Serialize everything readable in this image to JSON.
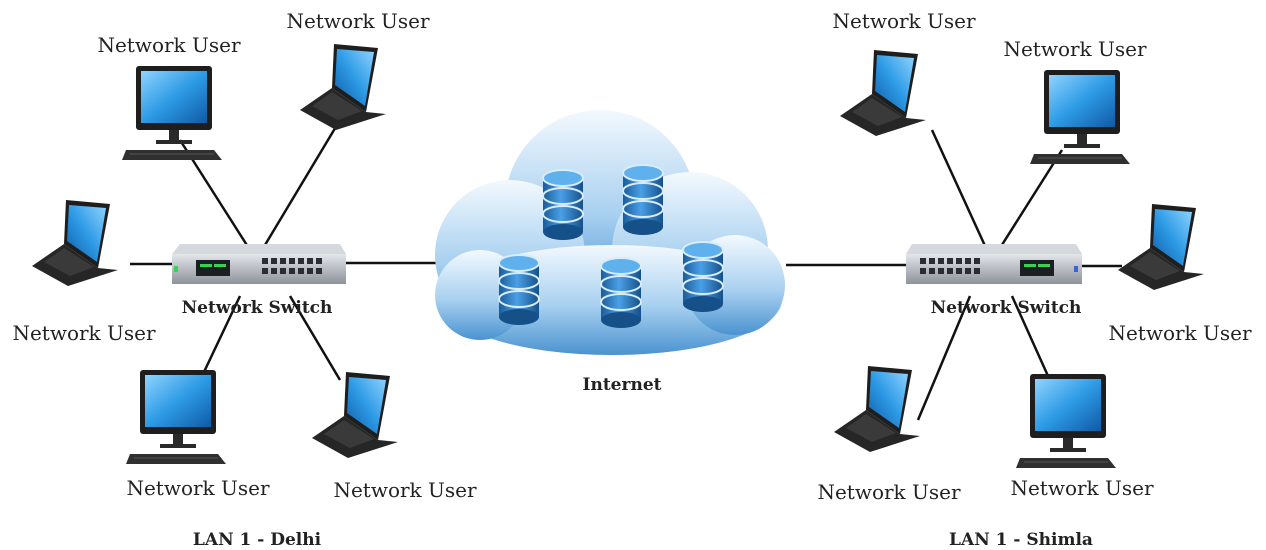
{
  "left_lan": {
    "caption": "LAN 1 - Delhi",
    "switch_label": "Network Switch",
    "users": {
      "top_monitor": "Network User",
      "top_laptop": "Network User",
      "left_laptop": "Network User",
      "bottom_monitor": "Network User",
      "bottom_laptop": "Network User"
    }
  },
  "right_lan": {
    "caption": "LAN 1 - Shimla",
    "switch_label": "Network Switch",
    "users": {
      "top_laptop": "Network User",
      "top_monitor": "Network User",
      "right_laptop": "Network User",
      "bottom_laptop": "Network User",
      "bottom_monitor": "Network User"
    }
  },
  "cloud": {
    "label": "Internet",
    "server_count": 5
  },
  "colors": {
    "cloud_light": "#e6f2fb",
    "cloud_dark": "#4a93d0",
    "server_blue": "#1f6fb5",
    "screen_blue": "#2e9be6",
    "device_body": "#1e1e1e",
    "switch_body": "#b8bcc2",
    "link": "#111111"
  }
}
